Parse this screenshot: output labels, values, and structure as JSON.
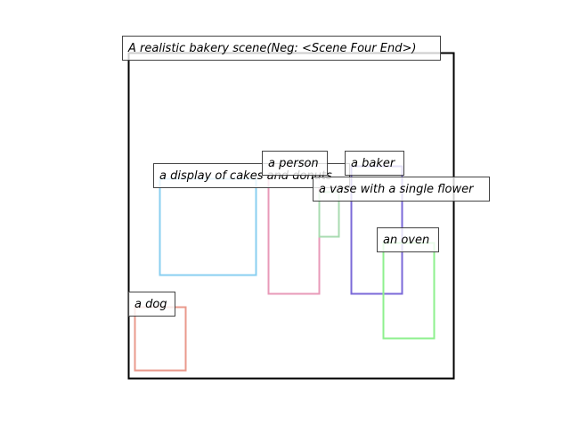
{
  "scene": {
    "title": "A realistic bakery scene(Neg: <Scene Four End>)"
  },
  "boxes": [
    {
      "id": "cakes",
      "label": "a display of cakes and donuts",
      "color": "#89cff0"
    },
    {
      "id": "person",
      "label": "a person",
      "color": "#e89ab8"
    },
    {
      "id": "vase",
      "label": "a vase with a single flower",
      "color": "#a8dbb0"
    },
    {
      "id": "baker",
      "label": "a baker",
      "color": "#7b6ad8"
    },
    {
      "id": "oven",
      "label": "an oven",
      "color": "#8ef08e"
    },
    {
      "id": "dog",
      "label": "a dog",
      "color": "#ea9a8c"
    }
  ]
}
